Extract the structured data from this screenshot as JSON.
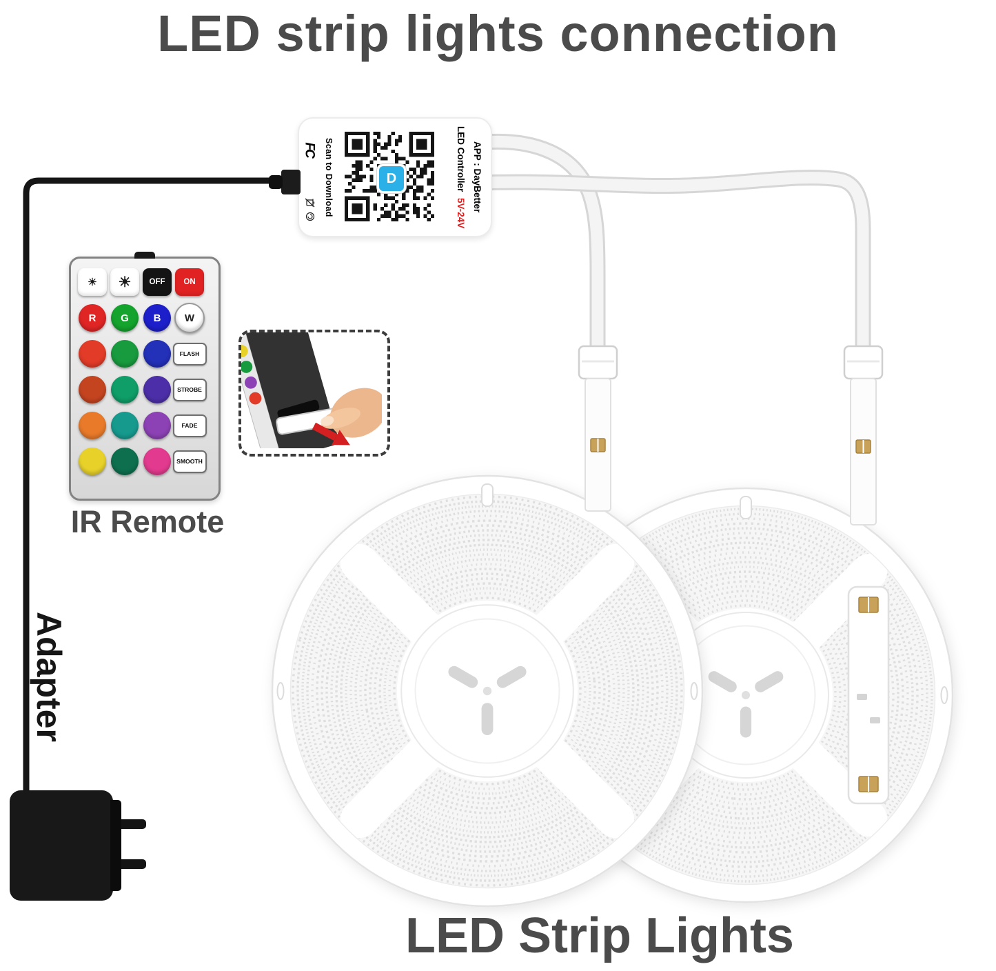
{
  "title": "LED strip lights connection",
  "controller": {
    "name_label": "LED Controller",
    "voltage": "5V-24V",
    "app_label": "APP : DayBetter",
    "scan_label": "Scan to Download",
    "fcc_label": "FC",
    "logo_letter": "D"
  },
  "remote": {
    "label": "IR Remote",
    "top_buttons": [
      {
        "name": "brightness-down",
        "glyph": "☀"
      },
      {
        "name": "brightness-up",
        "glyph": "☀"
      },
      {
        "name": "power-off",
        "label": "OFF",
        "bg": "#141414",
        "fg": "#ffffff"
      },
      {
        "name": "power-on",
        "label": "ON",
        "bg": "#e02222",
        "fg": "#ffffff"
      }
    ],
    "rgbw_buttons": [
      {
        "label": "R",
        "bg": "#e02525",
        "fg": "#ffffff"
      },
      {
        "label": "G",
        "bg": "#14a32d",
        "fg": "#ffffff"
      },
      {
        "label": "B",
        "bg": "#1d1fcb",
        "fg": "#ffffff"
      },
      {
        "label": "W",
        "bg": "#ffffff",
        "fg": "#222222"
      }
    ],
    "color_grid": [
      [
        "#e23b28",
        "#189a3e",
        "#2330b8"
      ],
      [
        "#c44420",
        "#0f9d68",
        "#4c2fa8"
      ],
      [
        "#e87a2a",
        "#169a8e",
        "#8c42b4"
      ],
      [
        "#e8d22a",
        "#0d6f4d",
        "#e23a8e"
      ]
    ],
    "mode_buttons": [
      "FLASH",
      "STROBE",
      "FADE",
      "SMOOTH"
    ]
  },
  "labels": {
    "adapter": "Adapter",
    "strips": "LED Strip Lights"
  },
  "colors": {
    "accent_red": "#e02020",
    "logo_blue": "#2bb0e8",
    "pad_gold": "#c9a259"
  }
}
